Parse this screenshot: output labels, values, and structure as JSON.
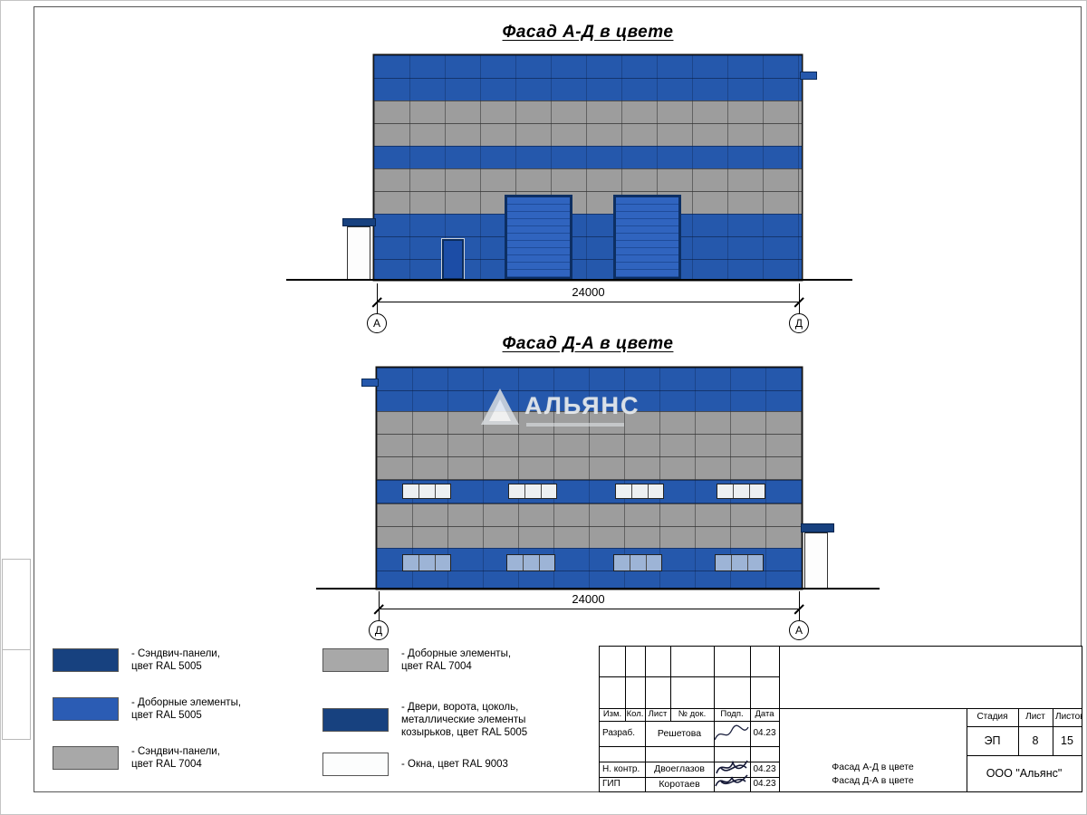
{
  "colors": {
    "panel-blue": "#2558ac",
    "panel-gray": "#9d9d9d",
    "navy": "#17417f",
    "legend-blue": "#2b5cb4",
    "legend-gray": "#a8a8a8",
    "door-blue-light": "#3064bf",
    "door-frame": "#0d2f63",
    "window-white": "#edf0f2",
    "window-tint": "#9db4d6"
  },
  "facades": {
    "facade1": {
      "title": "Фасад А-Д в цвете",
      "dimension": "24000",
      "axis_left": "А",
      "axis_right": "Д",
      "bands": [
        {
          "h": 50,
          "c": "blue"
        },
        {
          "h": 50,
          "c": "gray"
        },
        {
          "h": 25,
          "c": "blue"
        },
        {
          "h": 50,
          "c": "gray"
        },
        {
          "h": 73,
          "c": "blue"
        }
      ]
    },
    "facade2": {
      "title": "Фасад Д-А в цвете",
      "dimension": "24000",
      "axis_left": "Д",
      "axis_right": "А",
      "watermark": "АЛЬЯНС",
      "bands": [
        {
          "h": 48,
          "c": "blue"
        },
        {
          "h": 76,
          "c": "gray"
        },
        {
          "h": 26,
          "c": "blue"
        },
        {
          "h": 49,
          "c": "gray"
        },
        {
          "h": 45,
          "c": "blue"
        }
      ]
    }
  },
  "legend": {
    "items": [
      {
        "id": "sandwich-5005",
        "label": "- Сэндвич-панели,\n  цвет RAL 5005"
      },
      {
        "id": "dobornye-5005",
        "label": "- Доборные элементы,\n  цвет RAL 5005"
      },
      {
        "id": "sandwich-7004",
        "label": "- Сэндвич-панели,\n  цвет RAL 7004"
      },
      {
        "id": "dobornye-7004",
        "label": "- Доборные элементы,\n  цвет RAL 7004"
      },
      {
        "id": "doors-5005",
        "label": "- Двери, ворота, цоколь,\n  металлические элементы\n  козырьков, цвет RAL 5005"
      },
      {
        "id": "windows-9003",
        "label": "- Окна, цвет RAL 9003"
      }
    ]
  },
  "titleblock": {
    "header_cols": [
      "Изм.",
      "Кол.",
      "Лист",
      "№ док.",
      "Подп.",
      "Дата"
    ],
    "rows": [
      {
        "role": "Разраб.",
        "name": "Решетова",
        "date": "04.23"
      },
      {
        "role": "Н. контр.",
        "name": "Двоеглазов",
        "date": "04.23"
      },
      {
        "role": "ГИП",
        "name": "Коротаев",
        "date": "04.23"
      }
    ],
    "doc_title_line1": "Фасад А-Д в цвете",
    "doc_title_line2": "Фасад Д-А в цвете",
    "stage_label": "Стадия",
    "sheet_label": "Лист",
    "sheets_label": "Листов",
    "stage": "ЭП",
    "sheet": "8",
    "sheets": "15",
    "company": "ООО \"Альянс\""
  }
}
